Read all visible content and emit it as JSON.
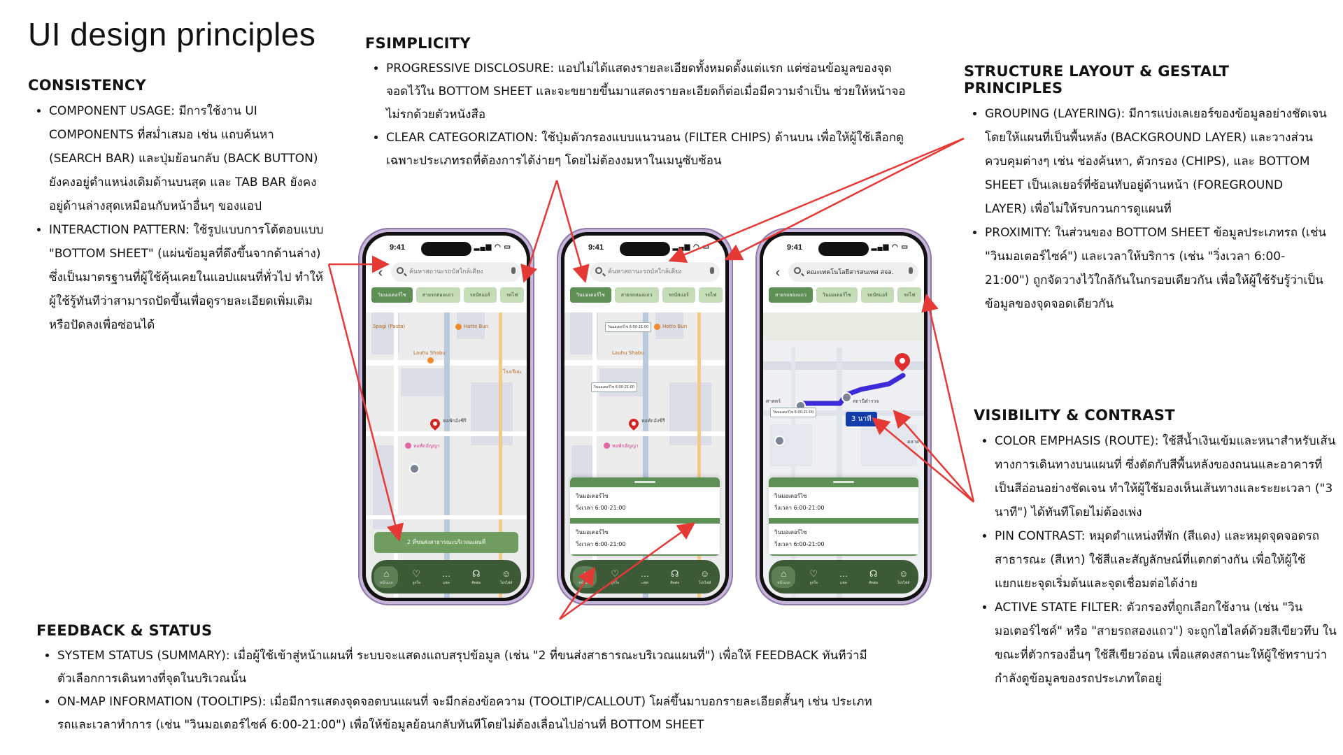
{
  "page_title": "UI design principles",
  "sections": {
    "consistency": {
      "title": "CONSISTENCY",
      "items": [
        "COMPONENT USAGE: มีการใช้งาน UI COMPONENTS ที่สม่ำเสมอ เช่น แถบค้นหา (SEARCH BAR) และปุ่มย้อนกลับ (BACK BUTTON) ยังคงอยู่ตำแหน่งเดิมด้านบนสุด และ TAB BAR ยังคงอยู่ด้านล่างสุดเหมือนกับหน้าอื่นๆ ของแอป",
        "INTERACTION PATTERN: ใช้รูปแบบการโต้ตอบแบบ \"BOTTOM SHEET\" (แผ่นข้อมูลที่ดึงขึ้นจากด้านล่าง) ซึ่งเป็นมาตรฐานที่ผู้ใช้คุ้นเคยในแอปแผนที่ทั่วไป ทำให้ผู้ใช้รู้ทันทีว่าสามารถปัดขึ้นเพื่อดูรายละเอียดเพิ่มเติม หรือปัดลงเพื่อซ่อนได้"
      ]
    },
    "simplicity": {
      "title": "FSIMPLICITY",
      "items": [
        "PROGRESSIVE DISCLOSURE: แอปไม่ได้แสดงรายละเอียดทั้งหมดตั้งแต่แรก แต่ซ่อนข้อมูลของจุดจอดไว้ใน BOTTOM SHEET และจะขยายขึ้นมาแสดงรายละเอียดก็ต่อเมื่อมีความจำเป็น ช่วยให้หน้าจอไม่รกด้วยตัวหนังสือ",
        "CLEAR CATEGORIZATION: ใช้ปุ่มตัวกรองแบบแนวนอน (FILTER CHIPS) ด้านบน เพื่อให้ผู้ใช้เลือกดูเฉพาะประเภทรถที่ต้องการได้ง่ายๆ โดยไม่ต้องงมหาในเมนูซับซ้อน"
      ]
    },
    "structure": {
      "title": "STRUCTURE LAYOUT & GESTALT PRINCIPLES",
      "items": [
        "GROUPING (LAYERING): มีการแบ่งเลเยอร์ของข้อมูลอย่างชัดเจน โดยให้แผนที่เป็นพื้นหลัง (BACKGROUND LAYER) และวางส่วนควบคุมต่างๆ เช่น ช่องค้นหา, ตัวกรอง (CHIPS), และ BOTTOM SHEET เป็นเลเยอร์ที่ซ้อนทับอยู่ด้านหน้า (FOREGROUND LAYER) เพื่อไม่ให้รบกวนการดูแผนที่",
        "PROXIMITY: ในส่วนของ BOTTOM SHEET ข้อมูลประเภทรถ (เช่น \"วินมอเตอร์ไซค์\") และเวลาให้บริการ (เช่น \"วิ่งเวลา 6:00-21:00\") ถูกจัดวางไว้ใกล้กันในกรอบเดียวกัน เพื่อให้ผู้ใช้รับรู้ว่าเป็นข้อมูลของจุดจอดเดียวกัน"
      ]
    },
    "visibility": {
      "title": "VISIBILITY & CONTRAST",
      "items": [
        "COLOR EMPHASIS (ROUTE): ใช้สีน้ำเงินเข้มและหนาสำหรับเส้นทางการเดินทางบนแผนที่ ซึ่งตัดกับสีพื้นหลังของถนนและอาคารที่เป็นสีอ่อนอย่างชัดเจน ทำให้ผู้ใช้มองเห็นเส้นทางและระยะเวลา (\"3 นาที\") ได้ทันทีโดยไม่ต้องเพ่ง",
        "PIN CONTRAST: หมุดตำแหน่งที่พัก (สีแดง) และหมุดจุดจอดรถสาธารณะ (สีเทา) ใช้สีและสัญลักษณ์ที่แตกต่างกัน เพื่อให้ผู้ใช้แยกแยะจุดเริ่มต้นและจุดเชื่อมต่อได้ง่าย",
        "ACTIVE STATE FILTER: ตัวกรองที่ถูกเลือกใช้งาน (เช่น \"วินมอเตอร์ไซค์\" หรือ \"สายรถสองแถว\") จะถูกไฮไลต์ด้วยสีเขียวทึบ ในขณะที่ตัวกรองอื่นๆ ใช้สีเขียวอ่อน เพื่อแสดงสถานะให้ผู้ใช้ทราบว่ากำลังดูข้อมูลของรถประเภทใดอยู่"
      ]
    },
    "feedback": {
      "title": "FEEDBACK & STATUS",
      "items": [
        "SYSTEM STATUS (SUMMARY): เมื่อผู้ใช้เข้าสู่หน้าแผนที่ ระบบจะแสดงแถบสรุปข้อมูล (เช่น \"2 ที่ขนส่งสาธารณะบริเวณแผนที่\") เพื่อให้ FEEDBACK ทันทีว่ามีตัวเลือกการเดินทางที่จุดในบริเวณนั้น",
        "ON-MAP INFORMATION (TOOLTIPS): เมื่อมีการแสดงจุดจอดบนแผนที่ จะมีกล่องข้อความ (TOOLTIP/CALLOUT) โผล่ขึ้นมาบอกรายละเอียดสั้นๆ เช่น ประเภทรถและเวลาทำการ (เช่น \"วินมอเตอร์ไซค์ 6:00-21:00\") เพื่อให้ข้อมูลย้อนกลับทันทีโดยไม่ต้องเลื่อนไปอ่านที่ BOTTOM SHEET"
      ]
    }
  },
  "phones": [
    {
      "time": "9:41",
      "search_placeholder": "ค้นหาสถานะรถบัสใกล้เคียง",
      "search_value": "",
      "chips": [
        "วินมอเตอร์ไซ",
        "สายรถสองแถว",
        "รถบัสแอร์",
        "รถไฟ"
      ],
      "active_chip": 0,
      "summary": "2 ที่ขนส่งสาธารณะบริเวณแผนที่",
      "map_labels": [
        "Hotto Bun",
        "Lauhu Shabu",
        "หอพักอังชีรี",
        "หอพักอัญญา",
        "โรงเรียน"
      ]
    },
    {
      "time": "9:41",
      "search_placeholder": "ค้นหาสถานะรถบัสใกล้เคียง",
      "search_value": "",
      "chips": [
        "วินมอเตอร์ไซ",
        "สายรถสองแถว",
        "รถบัสแอร์",
        "รถไฟ"
      ],
      "active_chip": 0,
      "sheet": [
        {
          "name": "วินมอเตอร์ไซ",
          "hours": "วิ่งเวลา 6:00-21:00"
        },
        {
          "name": "วินมอเตอร์ไซ",
          "hours": "วิ่งเวลา 6:00-21:00"
        }
      ],
      "callout": "วินมอเตอร์ไซ 6:00-21:00",
      "map_labels": [
        "Hotto Bun",
        "Lauhu Shabu",
        "หอพักอังชีรี",
        "หอพักอัญญา"
      ]
    },
    {
      "time": "9:41",
      "search_placeholder": "",
      "search_value": "คณะเทคโนโลยีสารสนเทศ สจล.",
      "chips": [
        "สายรถสองแถว",
        "วินมอเตอร์ไซ",
        "รถบัสแอร์",
        "รถไฟ"
      ],
      "active_chip": 0,
      "route_time": "3 นาที",
      "sheet": [
        {
          "name": "วินมอเตอร์ไซ",
          "hours": "วิ่งเวลา 6:00-21:00"
        },
        {
          "name": "วินมอเตอร์ไซ",
          "hours": "วิ่งเวลา 6:00-21:00"
        }
      ],
      "callout": "วินมอเตอร์ไซ 6:00-21:00",
      "map_labels": [
        "ศาสตร์",
        "สถานีตำรวจ",
        "ตลาด"
      ]
    }
  ],
  "tabbar": [
    {
      "icon": "home-icon",
      "glyph": "⌂",
      "label": "หน้าแรก"
    },
    {
      "icon": "heart-icon",
      "glyph": "♡",
      "label": "ถูกใจ"
    },
    {
      "icon": "chat-icon",
      "glyph": "…",
      "label": "แชท"
    },
    {
      "icon": "headset-icon",
      "glyph": "☊",
      "label": "ติดต่อ"
    },
    {
      "icon": "user-icon",
      "glyph": "☺",
      "label": "โปรไฟล์"
    }
  ],
  "colors": {
    "arrow": "#e53935",
    "route": "#3c2bd6",
    "active_chip": "#5e8f55",
    "chip": "#c5dcb8",
    "tabbar": "#3d5a36"
  }
}
